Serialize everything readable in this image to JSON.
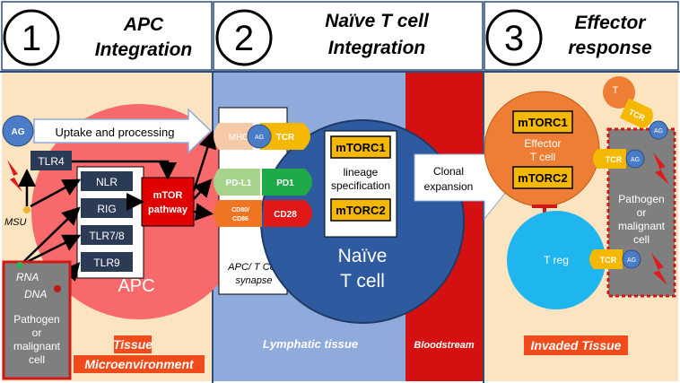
{
  "panels": [
    {
      "number": "1",
      "title_line1": "APC",
      "title_line2": "Integration"
    },
    {
      "number": "2",
      "title_line1": "Naïve T cell",
      "title_line2": "Integration"
    },
    {
      "number": "3",
      "title_line1": "Effector",
      "title_line2": "response"
    }
  ],
  "zones": {
    "tissue_line1": "Tissue",
    "tissue_line2": "Microenvironment",
    "lymphatic": "Lymphatic tissue",
    "bloodstream": "Bloodstream",
    "invaded": "Invaded Tissue"
  },
  "panel1": {
    "ag": "AG",
    "uptake": "Uptake and processing",
    "tlr4": "TLR4",
    "msu": "MSU",
    "receptors": [
      "NLR",
      "RIG",
      "TLR7/8",
      "TLR9"
    ],
    "mtor_line1": "mTOR",
    "mtor_line2": "pathway",
    "apc": "APC",
    "rna": "RNA",
    "dna": "DNA",
    "pathogen_lines": [
      "Pathogen",
      "or",
      "malignant",
      "cell"
    ]
  },
  "panel2": {
    "mhc": "MHC",
    "ag": "AG",
    "tcr": "TCR",
    "pdl1": "PD-L1",
    "pd1": "PD1",
    "cd80_line1": "CD80/",
    "cd80_line2": "CD86",
    "cd28": "CD28",
    "synapse_line1": "APC/ T Cell",
    "synapse_line2": "synapse",
    "mtorc1": "mTORC1",
    "lineage_line1": "lineage",
    "lineage_line2": "specification",
    "mtorc2": "mTORC2",
    "naive_line1": "Naïve",
    "naive_line2": "T cell",
    "clonal_line1": "Clonal",
    "clonal_line2": "expansion"
  },
  "panel3": {
    "mtorc1": "mTORC1",
    "effector_line1": "Effector",
    "effector_line2": "T cell",
    "mtorc2": "mTORC2",
    "t": "T",
    "tcr": "TCR",
    "ag": "AG",
    "treg": "T reg",
    "pathogen_lines": [
      "Pathogen",
      "or",
      "malignant",
      "cell"
    ]
  }
}
